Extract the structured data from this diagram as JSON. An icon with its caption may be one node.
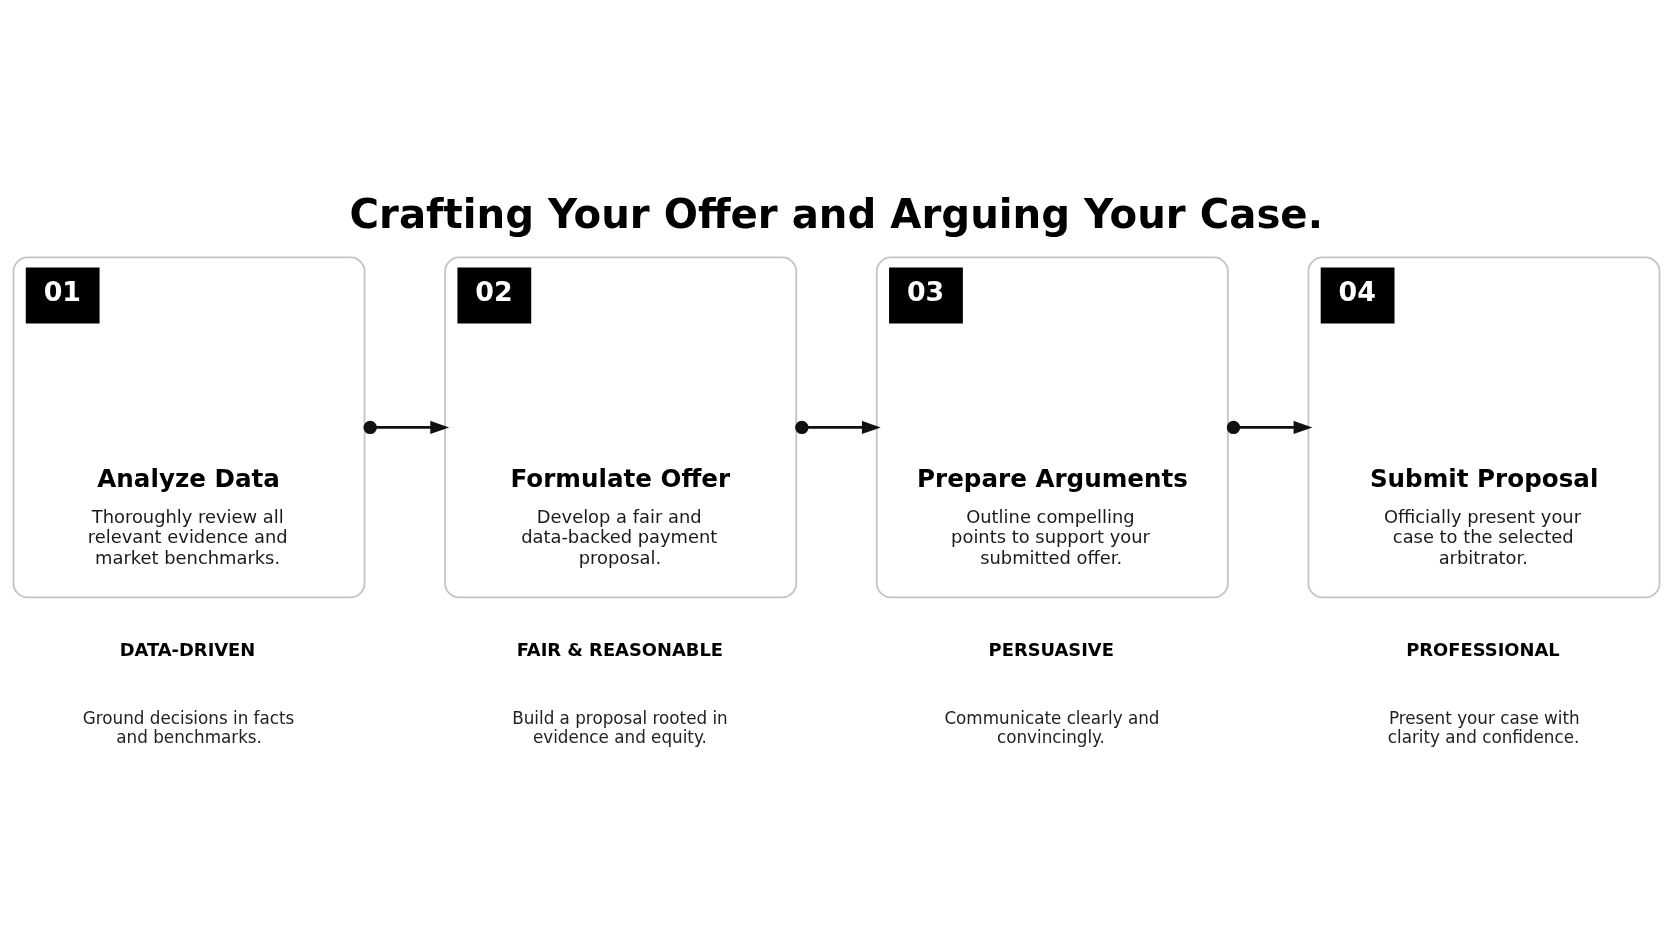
{
  "diagram": {
    "title": "Crafting Your Offer and Arguing Your Case.",
    "nodes": [
      {
        "text": [
          "01",
          "Analyze Data",
          "Thoroughly review all relevant evidence and market benchmarks."
        ]
      },
      {
        "text": [
          "02",
          "Formulate Offer",
          "Develop a fair and data-backed payment proposal."
        ]
      },
      {
        "text": [
          "03",
          "Prepare Arguments",
          "Outline compelling points to support your submitted offer."
        ]
      },
      {
        "text": [
          "04",
          "Submit Proposal",
          "Officially present your case to the selected arbitrator."
        ]
      }
    ],
    "edges": [
      {
        "from": 0,
        "to": 1,
        "arrow": "to"
      },
      {
        "from": 1,
        "to": 2,
        "arrow": "to"
      },
      {
        "from": 2,
        "to": 3,
        "arrow": "to"
      }
    ],
    "labels": [
      "DATA-DRIVEN",
      "Ground decisions in facts and benchmarks.",
      "FAIR & REASONABLE",
      "Build a proposal rooted in evidence and equity.",
      "PERSUASIVE",
      "Communicate clearly and convincingly.",
      "PROFESSIONAL",
      "Present your case with clarity and confidence."
    ]
  }
}
